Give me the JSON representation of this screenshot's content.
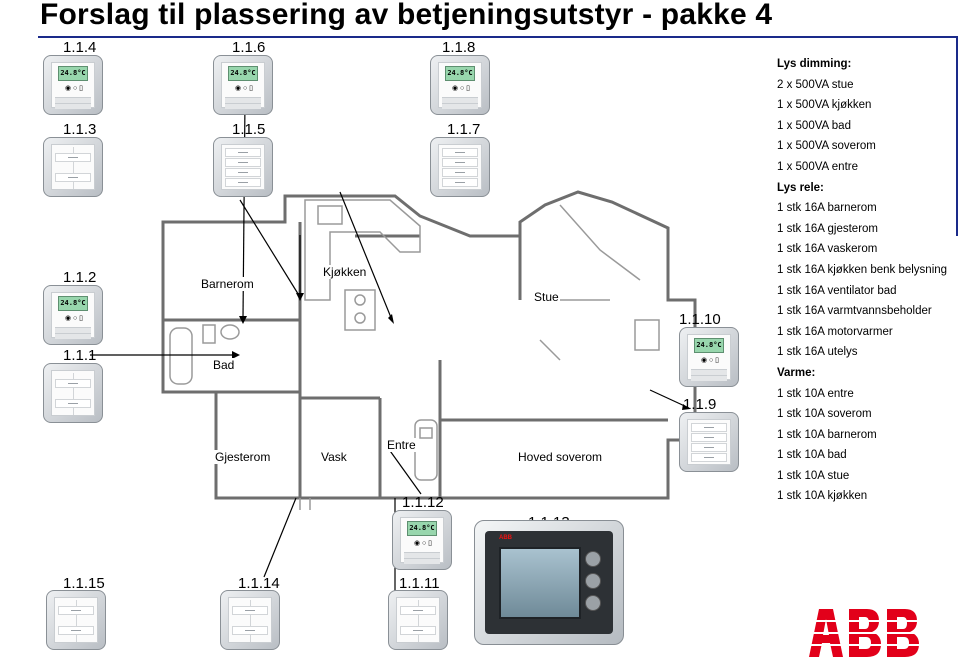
{
  "title": "Forslag til plassering av betjeningsutstyr - pakke 4",
  "devices": {
    "d114": "1.1.4",
    "d116": "1.1.6",
    "d118": "1.1.8",
    "d113": "1.1.3",
    "d115": "1.1.5",
    "d117": "1.1.7",
    "d112": "1.1.2",
    "d111": "1.1.1",
    "d1110": "1.1.10",
    "d119": "1.1.9",
    "d1112": "1.1.12",
    "d1113": "1.1.13",
    "d1115": "1.1.15",
    "d1114": "1.1.14",
    "d1111": "1.1.11"
  },
  "rooms": {
    "barnerom": "Barnerom",
    "kjokken": "Kjøkken",
    "stue": "Stue",
    "bad": "Bad",
    "gjesterom": "Gjesterom",
    "vask": "Vask",
    "entre": "Entre",
    "hoved_soverom": "Hoved soverom"
  },
  "legend": {
    "lys_dimming": {
      "header": "Lys dimming:",
      "items": [
        "2 x 500VA stue",
        "1 x 500VA kjøkken",
        "1 x 500VA bad",
        "1 x 500VA soverom",
        "1 x 500VA entre"
      ]
    },
    "lys_rele": {
      "header": "Lys rele:",
      "items": [
        "1 stk 16A barnerom",
        "1 stk 16A gjesterom",
        "1 stk 16A vaskerom",
        "1 stk 16A kjøkken benk belysning",
        "1 stk 16A ventilator bad",
        "1 stk 16A varmtvannsbeholder",
        "1 stk 16A motorvarmer",
        "1 stk 16A utelys"
      ]
    },
    "varme": {
      "header": "Varme:",
      "items": [
        "1 stk 10A entre",
        "1 stk 10A soverom",
        "1 stk 10A barnerom",
        "1 stk 10A bad",
        "1 stk 10A stue",
        "1 stk 10A kjøkken"
      ]
    }
  },
  "thermostat_display": "24.8°C",
  "brand_logo": "ABB",
  "colors": {
    "title_rule": "#1a2a8a",
    "abb_red": "#e2001a",
    "display_green": "#98d6ad"
  }
}
